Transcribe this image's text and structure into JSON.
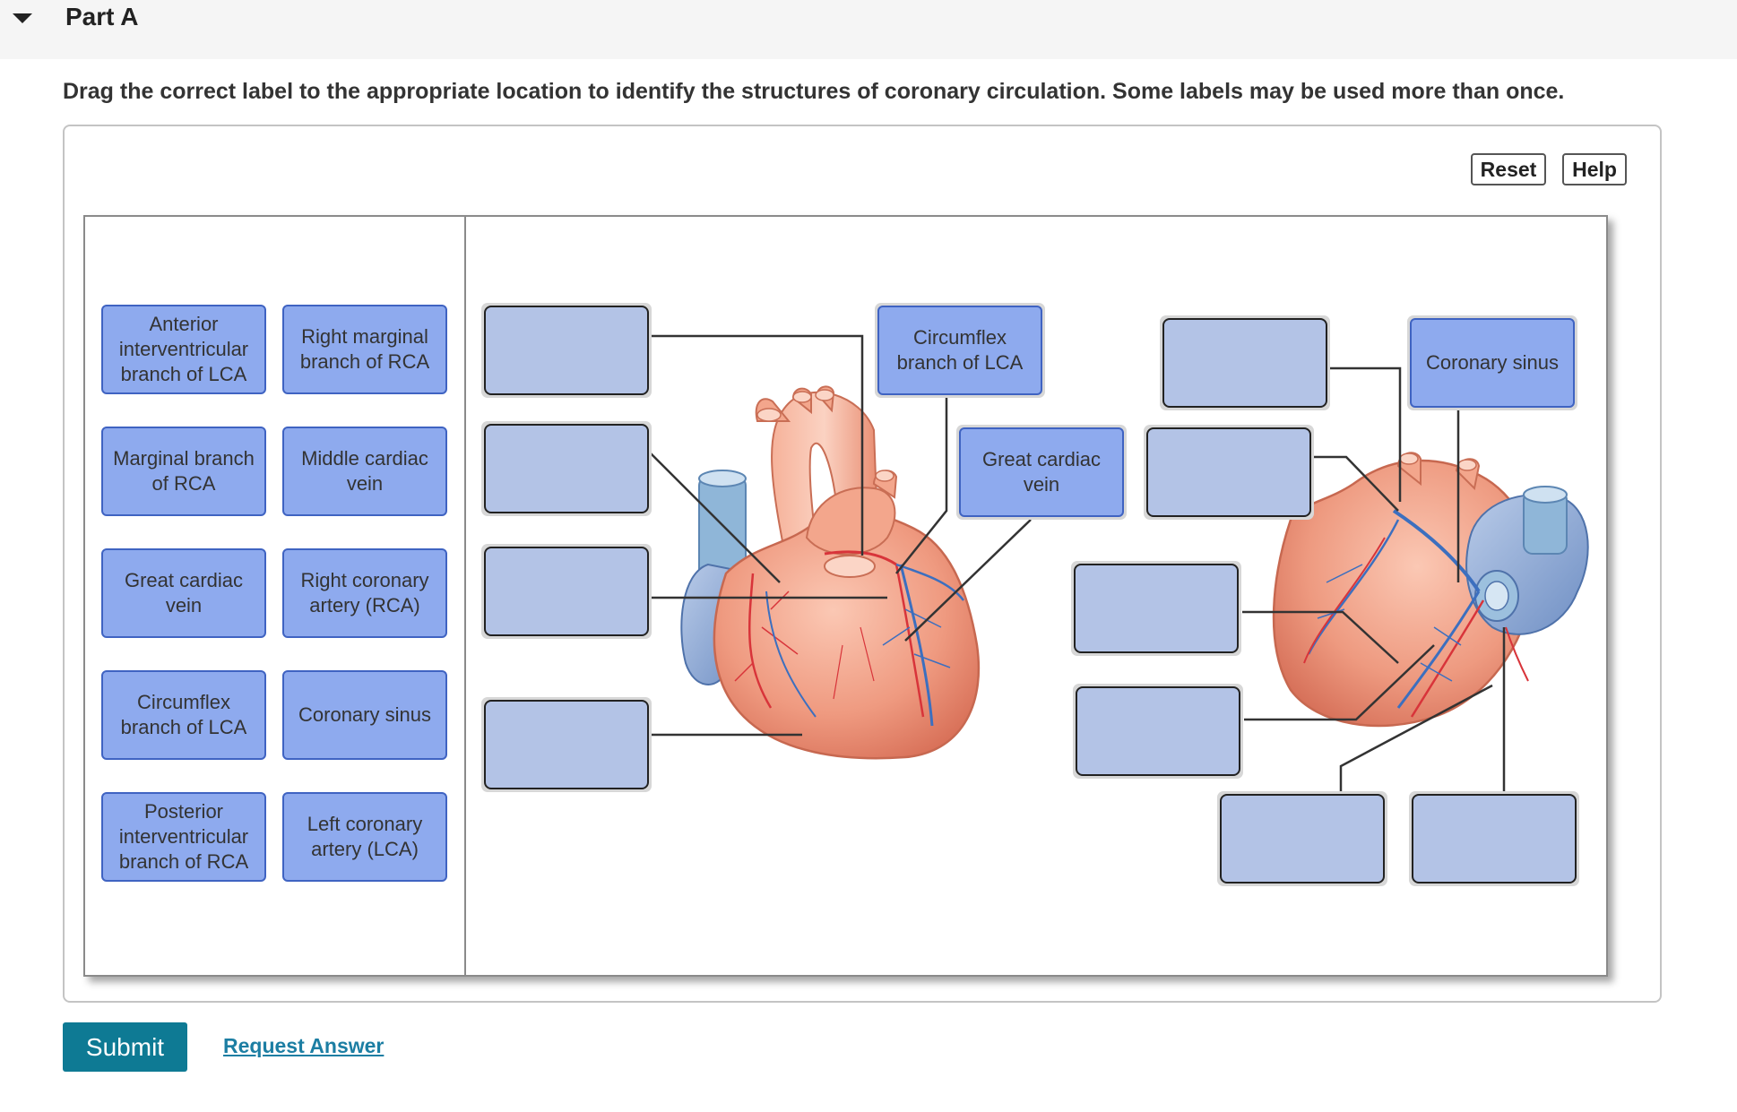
{
  "part": {
    "title": "Part A"
  },
  "instructions": "Drag the correct label to the appropriate location to identify the structures of coronary circulation. Some labels may be used more than once.",
  "toolbar": {
    "reset_label": "Reset",
    "help_label": "Help"
  },
  "labels": [
    "Anterior interventricular branch of LCA",
    "Right marginal branch of RCA",
    "Marginal branch of RCA",
    "Middle cardiac vein",
    "Great cardiac vein",
    "Right coronary artery (RCA)",
    "Circumflex branch of LCA",
    "Coronary sinus",
    "Posterior interventricular branch of RCA",
    "Left coronary artery (LCA)"
  ],
  "targets": {
    "anterior": [
      {
        "placed": ""
      },
      {
        "placed": ""
      },
      {
        "placed": ""
      },
      {
        "placed": ""
      },
      {
        "placed": "Circumflex branch of LCA"
      },
      {
        "placed": "Great cardiac vein"
      }
    ],
    "posterior": [
      {
        "placed": ""
      },
      {
        "placed": "Coronary sinus"
      },
      {
        "placed": ""
      },
      {
        "placed": ""
      },
      {
        "placed": ""
      },
      {
        "placed": ""
      },
      {
        "placed": ""
      }
    ]
  },
  "actions": {
    "submit_label": "Submit",
    "request_answer_label": "Request Answer"
  },
  "colors": {
    "label_fill": "#8eaaee",
    "label_border": "#3f63c2",
    "target_fill": "#b3c3e6",
    "submit_bg": "#0e7a94",
    "link": "#1c7ea3",
    "heart_muscle": "#ef9a80",
    "artery": "#d8343a",
    "vein": "#3c6fbf"
  }
}
